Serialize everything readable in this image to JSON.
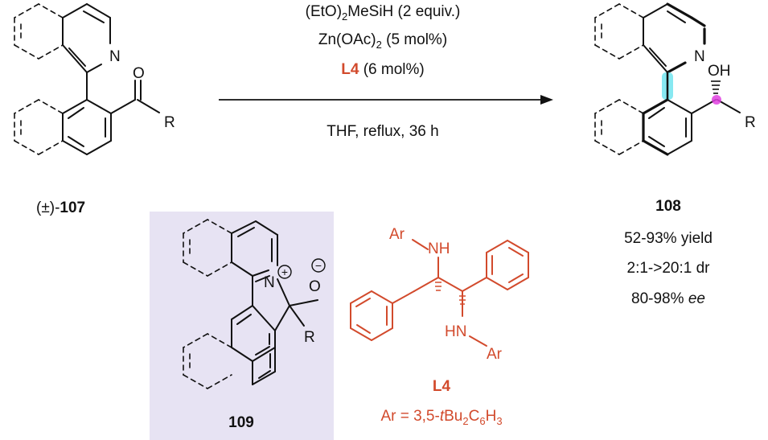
{
  "colors": {
    "ink": "#111111",
    "ligand": "#d24a2c",
    "highlight_bond": "#5fe0ec",
    "stereocenter_dot": "#e040e0",
    "intermediate_box": "#e7e3f3"
  },
  "reagents": {
    "silane_a": "(EtO)",
    "silane_sub": "2",
    "silane_b": "MeSiH (2 equiv.)",
    "zinc_a": "Zn(OAc)",
    "zinc_sub": "2",
    "zinc_b": " (5 mol%)",
    "ligand_label": "L4",
    "ligand_loading": " (6 mol%)",
    "conditions": "THF, reflux, 36 h"
  },
  "substrate": {
    "prefix": "(±)-",
    "number": "107",
    "atom_N": "N",
    "atom_O": "O",
    "atom_R": "R"
  },
  "product": {
    "number": "108",
    "yield": "52-93% yield",
    "dr": "2:1->20:1 dr",
    "ee_value": "80-98% ",
    "ee_unit": "ee",
    "atom_N": "N",
    "atom_OH": "OH",
    "atom_R": "R"
  },
  "intermediate": {
    "number": "109",
    "atom_N": "N",
    "atom_O": "O",
    "atom_R": "R",
    "plus": "+",
    "minus": "−"
  },
  "ligand": {
    "label": "L4",
    "ar_top": "Ar",
    "nh_top": "NH",
    "hn_bottom": "HN",
    "ar_bottom": "Ar",
    "definition_a": "Ar = 3,5-",
    "definition_t": "t",
    "definition_b": "Bu",
    "definition_sub1": "2",
    "definition_c": "C",
    "definition_sub2": "6",
    "definition_d": "H",
    "definition_sub3": "3"
  }
}
